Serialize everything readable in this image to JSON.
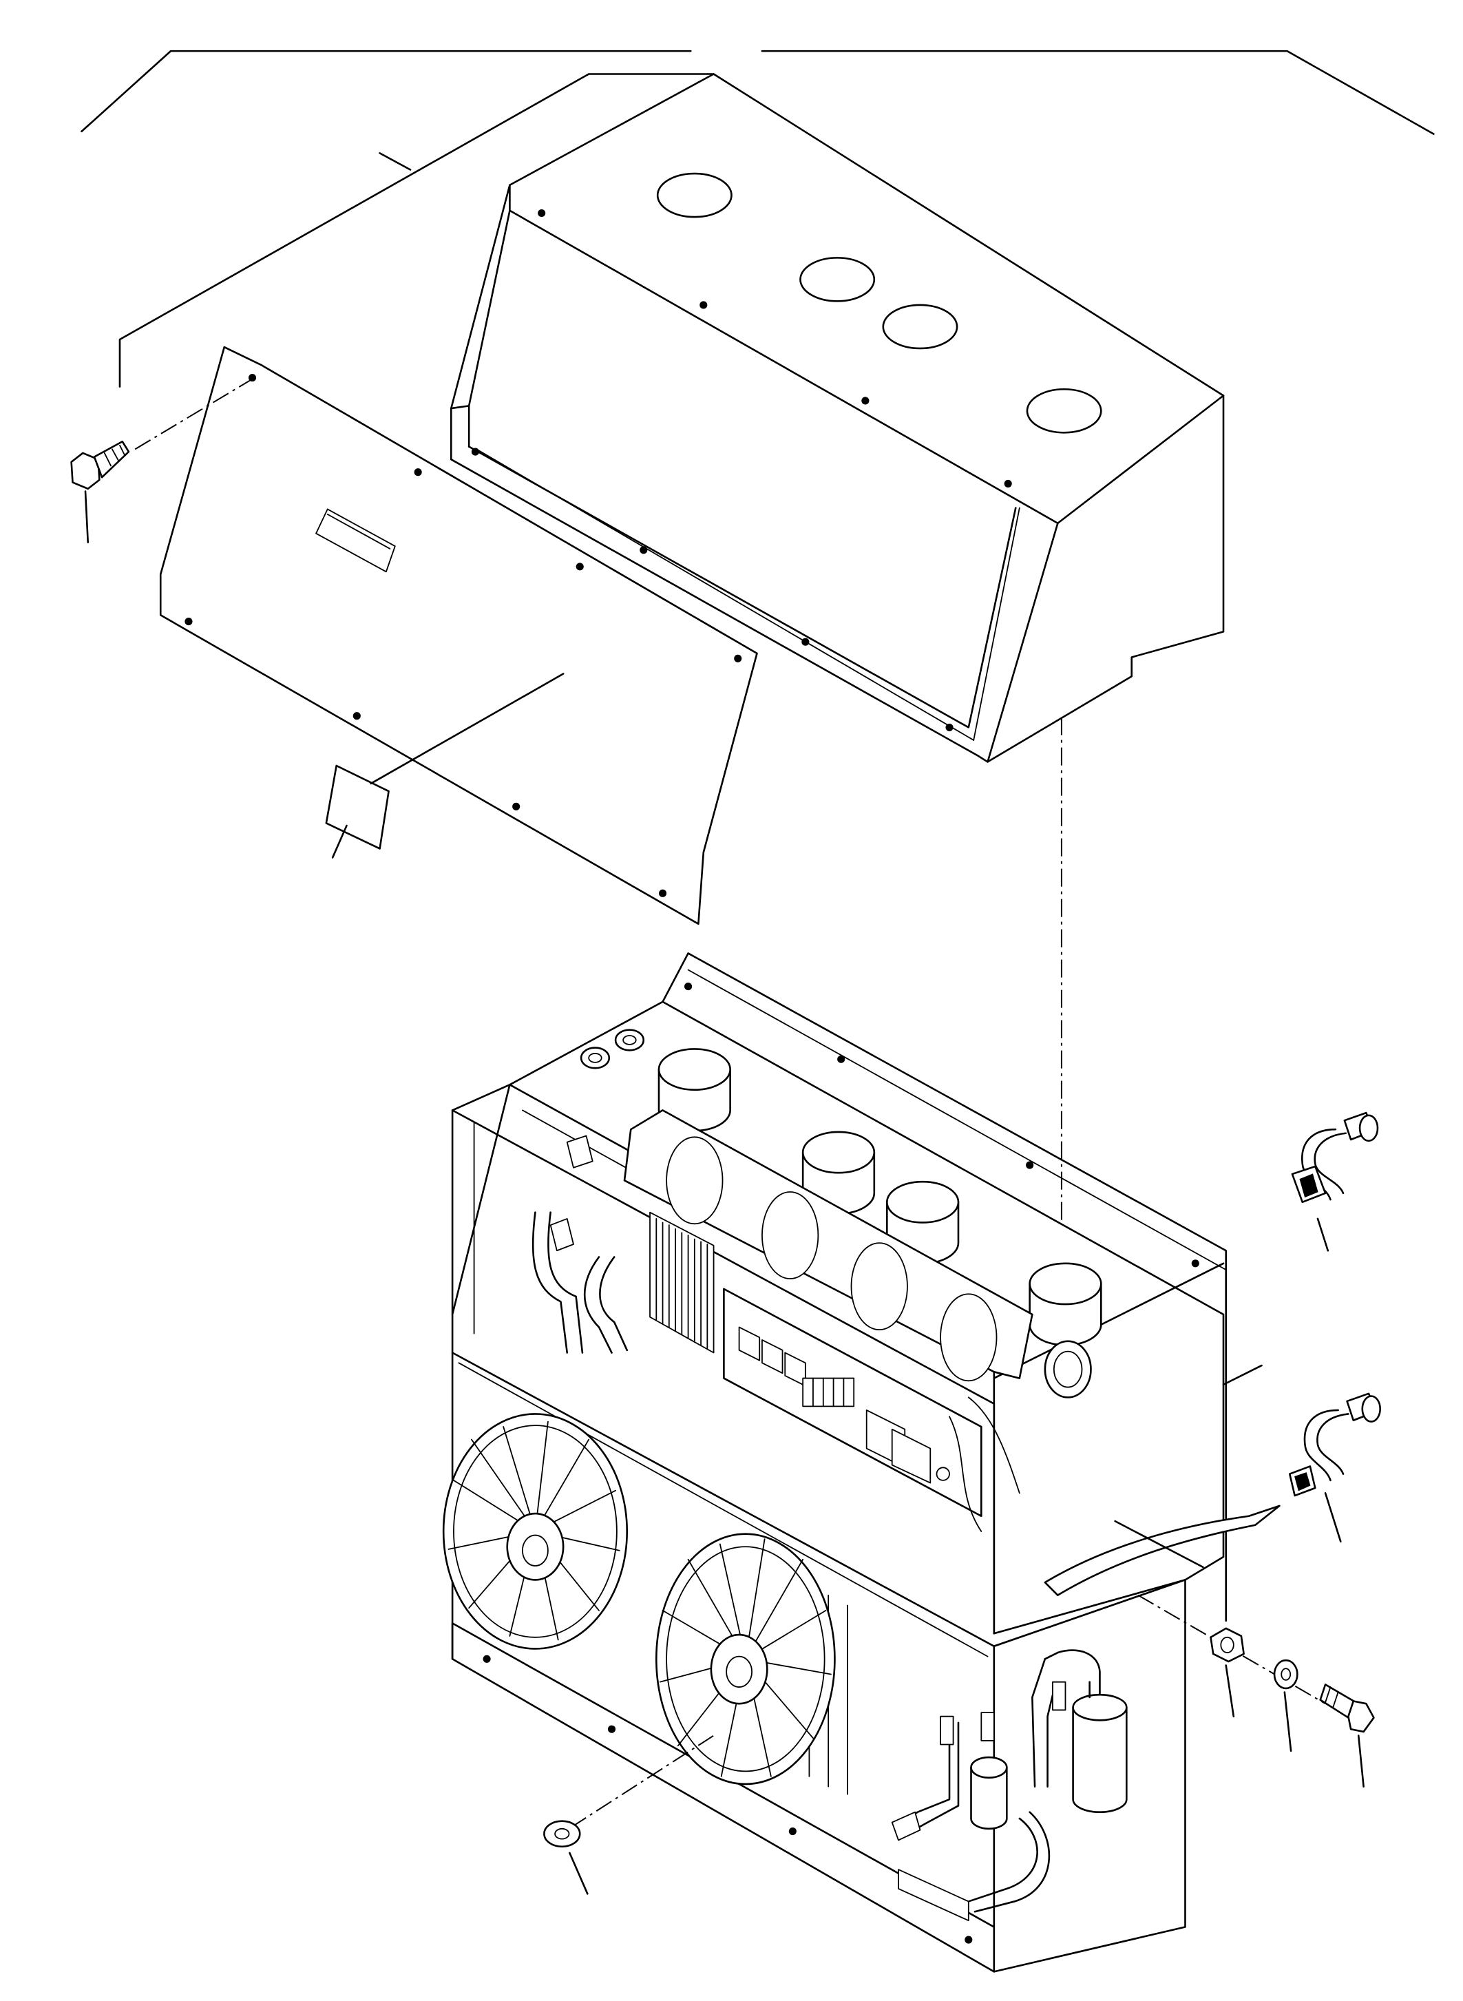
{
  "figure": {
    "type": "exploded-parts-diagram",
    "parts": [
      {
        "name": "top-cover"
      },
      {
        "name": "front-cover-panel"
      },
      {
        "name": "cover-bolt"
      },
      {
        "name": "label-decal"
      },
      {
        "name": "air-conditioning-unit-assembly"
      },
      {
        "name": "radiator-fan-left"
      },
      {
        "name": "radiator-fan-right"
      },
      {
        "name": "pressure-switch-upper"
      },
      {
        "name": "pressure-switch-lower"
      },
      {
        "name": "hex-nut"
      },
      {
        "name": "washer"
      },
      {
        "name": "mounting-bolt"
      },
      {
        "name": "flat-washer"
      },
      {
        "name": "receiver-drier"
      },
      {
        "name": "control-circuit-board"
      }
    ],
    "leader_line_count": 11
  }
}
